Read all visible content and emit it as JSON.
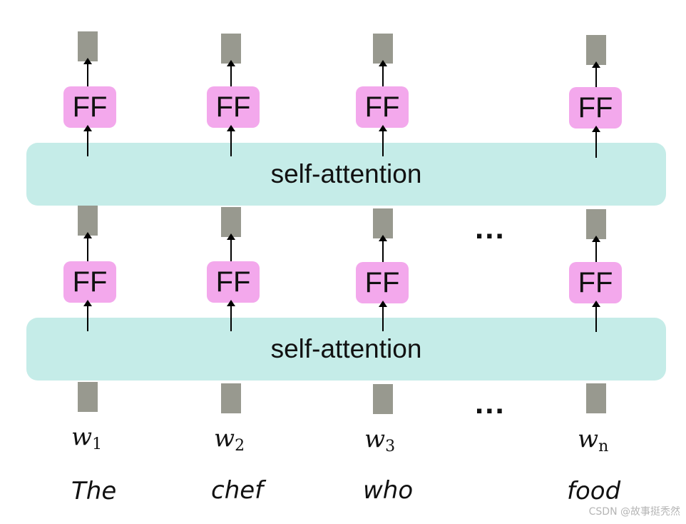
{
  "layers": [
    {
      "ff_labels": [
        "FF",
        "FF",
        "FF",
        "FF"
      ],
      "attention_label": "self-attention"
    },
    {
      "ff_labels": [
        "FF",
        "FF",
        "FF",
        "FF"
      ],
      "attention_label": "self-attention"
    }
  ],
  "ellipsis": "...",
  "inputs": [
    {
      "symbol": "w",
      "index": "1",
      "word": "The"
    },
    {
      "symbol": "w",
      "index": "2",
      "word": "chef"
    },
    {
      "symbol": "w",
      "index": "3",
      "word": "who"
    },
    {
      "symbol": "w",
      "index": "n",
      "word": "food"
    }
  ],
  "watermark": "CSDN @故事挺秃然",
  "colors": {
    "attention_band": "#c5ece8",
    "ff_box": "#f3a8ec",
    "vector": "#98998f"
  }
}
